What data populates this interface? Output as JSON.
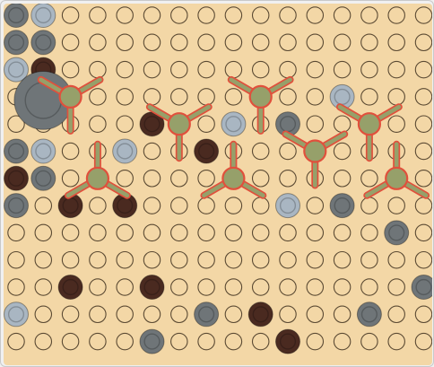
{
  "board": {
    "cols": 16,
    "rows": 13,
    "colors": {
      "background": "#f3d7a6",
      "hole_stroke": "#5b4a33",
      "spinner_fill": "#96a06a",
      "spinner_stroke": "#e0503c",
      "piece_dark": "#4a2a20",
      "piece_gray": "#6f7578",
      "piece_light": "#a9b6c2",
      "frame_border": "#c9c9c9"
    },
    "pieces": [
      {
        "col": 0,
        "row": 0,
        "kind": "gray"
      },
      {
        "col": 1,
        "row": 0,
        "kind": "light"
      },
      {
        "col": 0,
        "row": 1,
        "kind": "gray"
      },
      {
        "col": 1,
        "row": 1,
        "kind": "gray"
      },
      {
        "col": 0,
        "row": 2,
        "kind": "light"
      },
      {
        "col": 1,
        "row": 2,
        "kind": "dark"
      },
      {
        "col": 0,
        "row": 5,
        "kind": "gray"
      },
      {
        "col": 1,
        "row": 5,
        "kind": "light"
      },
      {
        "col": 0,
        "row": 6,
        "kind": "dark"
      },
      {
        "col": 1,
        "row": 6,
        "kind": "gray"
      },
      {
        "col": 0,
        "row": 7,
        "kind": "gray"
      },
      {
        "col": 2,
        "row": 7,
        "kind": "dark"
      },
      {
        "col": 4,
        "row": 7,
        "kind": "dark"
      },
      {
        "col": 5,
        "row": 4,
        "kind": "dark"
      },
      {
        "col": 4,
        "row": 5,
        "kind": "light"
      },
      {
        "col": 8,
        "row": 4,
        "kind": "light"
      },
      {
        "col": 7,
        "row": 5,
        "kind": "dark"
      },
      {
        "col": 10,
        "row": 4,
        "kind": "gray"
      },
      {
        "col": 12,
        "row": 3,
        "kind": "light"
      },
      {
        "col": 10,
        "row": 7,
        "kind": "light"
      },
      {
        "col": 12,
        "row": 7,
        "kind": "gray"
      },
      {
        "col": 14,
        "row": 8,
        "kind": "gray"
      },
      {
        "col": 2,
        "row": 10,
        "kind": "dark"
      },
      {
        "col": 5,
        "row": 10,
        "kind": "dark"
      },
      {
        "col": 15,
        "row": 10,
        "kind": "gray"
      },
      {
        "col": 0,
        "row": 11,
        "kind": "light"
      },
      {
        "col": 7,
        "row": 11,
        "kind": "gray"
      },
      {
        "col": 9,
        "row": 11,
        "kind": "dark"
      },
      {
        "col": 5,
        "row": 12,
        "kind": "gray"
      },
      {
        "col": 10,
        "row": 12,
        "kind": "dark"
      },
      {
        "col": 13,
        "row": 11,
        "kind": "gray"
      }
    ],
    "big_piece": {
      "col": 1,
      "row": 3,
      "kind": "gray",
      "scale": 2.4
    },
    "spinners": [
      {
        "col": 2,
        "row": 3,
        "up": true
      },
      {
        "col": 6,
        "row": 4,
        "up": true
      },
      {
        "col": 9,
        "row": 3,
        "up": true
      },
      {
        "col": 13,
        "row": 4,
        "up": true
      },
      {
        "col": 11,
        "row": 5,
        "up": true
      },
      {
        "col": 3,
        "row": 6,
        "up": false
      },
      {
        "col": 8,
        "row": 6,
        "up": false
      },
      {
        "col": 14,
        "row": 6,
        "up": false
      }
    ]
  }
}
